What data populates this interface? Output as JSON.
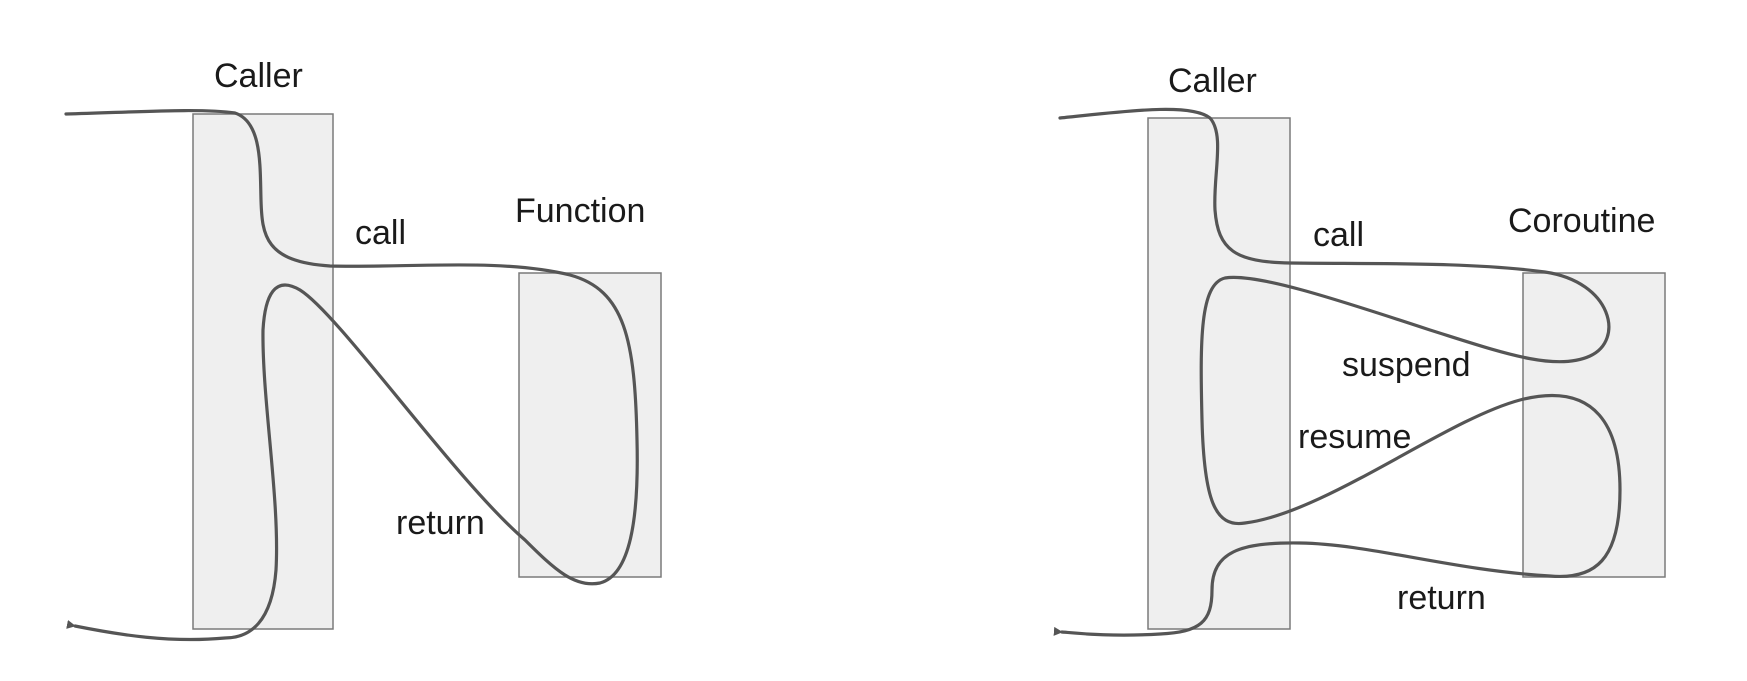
{
  "colors": {
    "line": "#555555",
    "text": "#1a1a1a",
    "box_fill": "#efefef",
    "box_stroke": "#7a7a7a"
  },
  "function_diagram": {
    "caller_label": "Caller",
    "callee_label": "Function",
    "call_label": "call",
    "return_label": "return"
  },
  "coroutine_diagram": {
    "caller_label": "Caller",
    "callee_label": "Coroutine",
    "call_label": "call",
    "suspend_label": "suspend",
    "resume_label": "resume",
    "return_label": "return"
  }
}
